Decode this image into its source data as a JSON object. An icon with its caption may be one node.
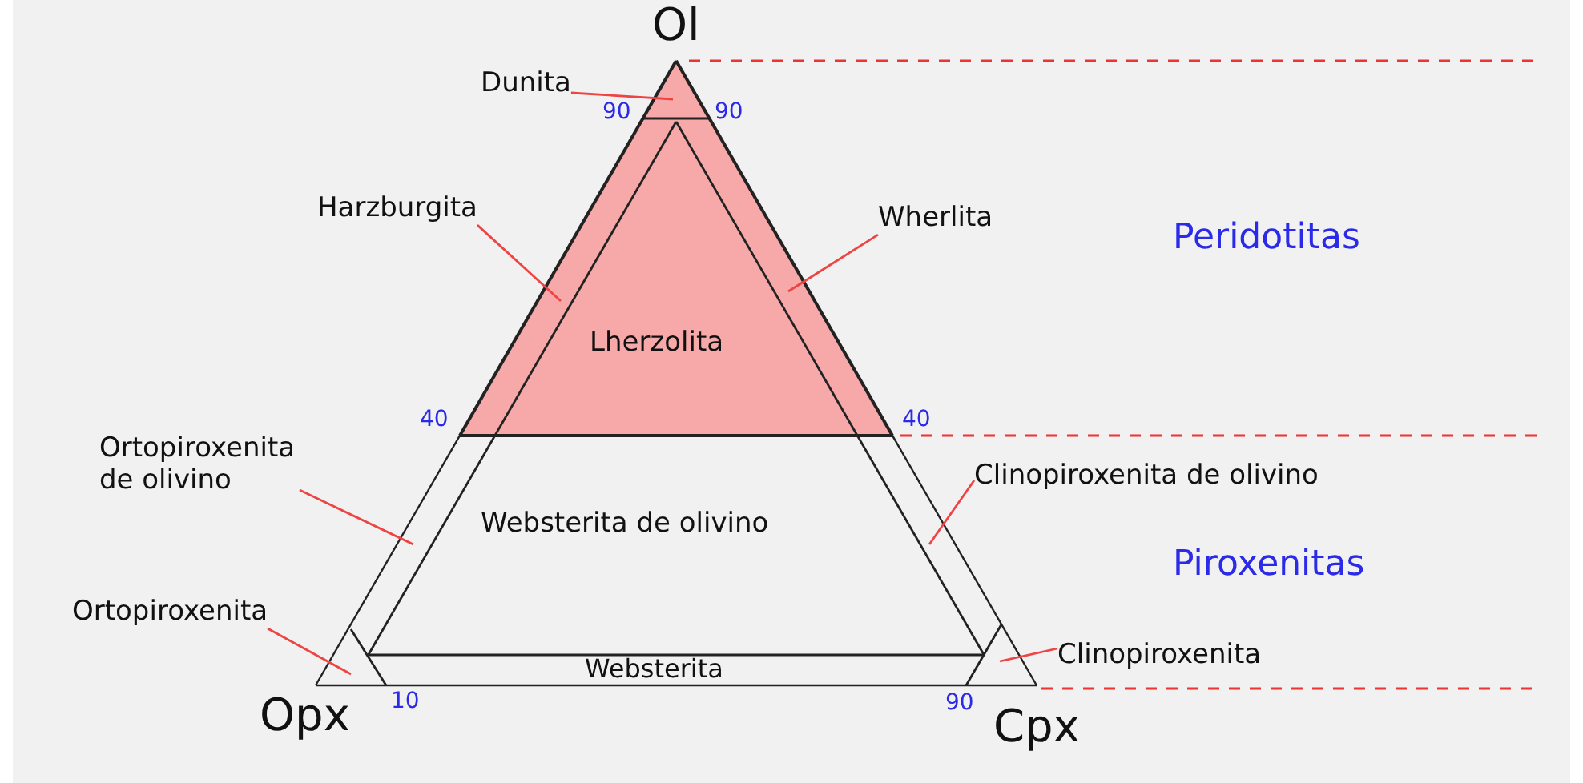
{
  "diagram": {
    "nodes": [
      {
        "text": [
          "Dunita"
        ]
      },
      {
        "text": [
          "Harzburgita"
        ]
      },
      {
        "text": [
          "Wherlita"
        ]
      },
      {
        "text": [
          "Ortopiroxenita de olivino"
        ]
      },
      {
        "text": [
          "Clinopiroxenita de olivino"
        ]
      },
      {
        "text": [
          "Ortopiroxenita"
        ]
      },
      {
        "text": [
          "Clinopiroxenita"
        ]
      }
    ],
    "edges": [
      {
        "from": 0,
        "to": null,
        "arrow": "none"
      },
      {
        "from": 1,
        "to": null,
        "arrow": "none"
      },
      {
        "from": 2,
        "to": null,
        "arrow": "none"
      },
      {
        "from": 3,
        "to": null,
        "arrow": "none"
      },
      {
        "from": 4,
        "to": null,
        "arrow": "none"
      },
      {
        "from": 5,
        "to": null,
        "arrow": "none"
      },
      {
        "from": 6,
        "to": null,
        "arrow": "none"
      }
    ],
    "labels": [
      "Ol",
      "90",
      "90",
      "Peridotitas",
      "Lherzolita",
      "40",
      "40",
      "Websterita de olivino",
      "Piroxenitas",
      "Websterita",
      "Opx",
      "10",
      "90",
      "Cpx"
    ]
  }
}
